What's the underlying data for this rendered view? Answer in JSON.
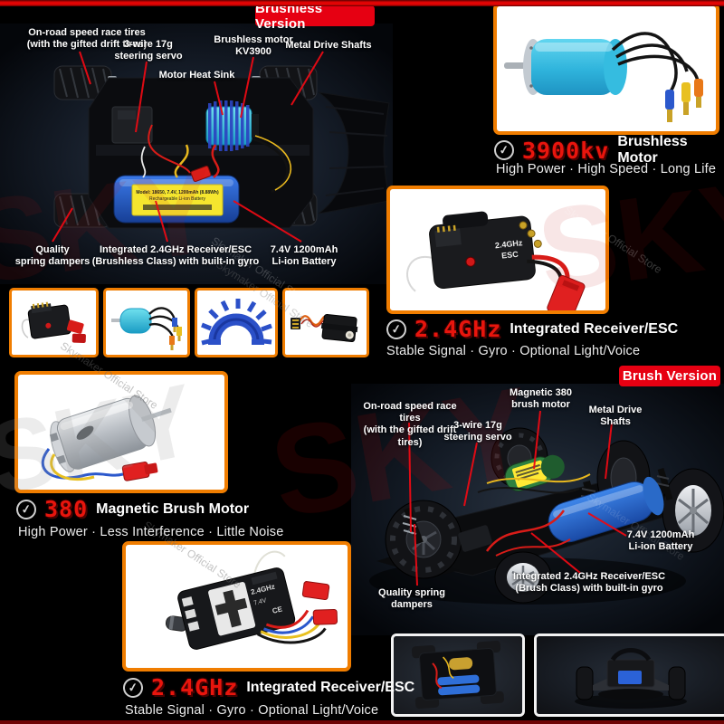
{
  "watermarks": {
    "store": "Skymaker Official Store",
    "brand": "SKY"
  },
  "colors": {
    "accent_red": "#e60012",
    "border_orange": "#f07d00",
    "lcd_red": "#e8150d",
    "battery_blue": "#2f6fd8",
    "motor_cyan": "#3cc0e0"
  },
  "top": {
    "badge": "Brushless Version",
    "labels": {
      "tires1": "On-road speed race tires",
      "tires2": "(with the gifted drift tires)",
      "servo1": "3-wire 17g",
      "servo2": "steering servo",
      "motor1": "Brushless motor",
      "motor2": "KV3900",
      "shafts": "Metal Drive Shafts",
      "heatsink": "Motor Heat Sink",
      "dampers1": "Quality",
      "dampers2": "spring dampers",
      "receiver1": "Integrated 2.4GHz Receiver/ESC",
      "receiver2": "(Brushless Class) with built-in gyro",
      "battery1": "7.4V 1200mAh",
      "battery2": "Li-ion Battery"
    },
    "battery_sticker1": "Model: 18650, 7.4V, 1200mAh (8.88Wh)",
    "battery_sticker2": "Rechargeable Li-ion Battery",
    "motor_feature": {
      "value": "3900kv",
      "title": "Brushless Motor",
      "subtitle": "High Power · High Speed · Long Life"
    },
    "esc_feature": {
      "value": "2.4GHz",
      "title": "Integrated Receiver/ESC",
      "subtitle": "Stable Signal · Gyro · Optional Light/Voice"
    },
    "esc_box_label1": "2.4GHz",
    "esc_box_label2": "ESC"
  },
  "bottom": {
    "badge": "Brush Version",
    "motor_feature": {
      "value": "380",
      "title": "Magnetic Brush Motor",
      "subtitle": "High Power · Less Interference · Little Noise"
    },
    "esc_feature": {
      "value": "2.4GHz",
      "title": "Integrated Receiver/ESC",
      "subtitle": "Stable Signal · Gyro · Optional Light/Voice"
    },
    "esc_box": {
      "l1": "2.4GHz",
      "l2": "7.4V",
      "l3": "CE"
    },
    "labels": {
      "tires1": "On-road speed race tires",
      "tires2": "(with the gifted drift tires)",
      "motor1": "Magnetic 380",
      "motor2": "brush motor",
      "servo1": "3-wire 17g",
      "servo2": "steering servo",
      "shafts1": "Metal Drive",
      "shafts2": "Shafts",
      "battery1": "7.4V 1200mAh",
      "battery2": "Li-ion Battery",
      "receiver1": "Integrated 2.4GHz Receiver/ESC",
      "receiver2": "(Brush Class) with built-in gyro",
      "dampers1": "Quality spring",
      "dampers2": "dampers"
    }
  }
}
